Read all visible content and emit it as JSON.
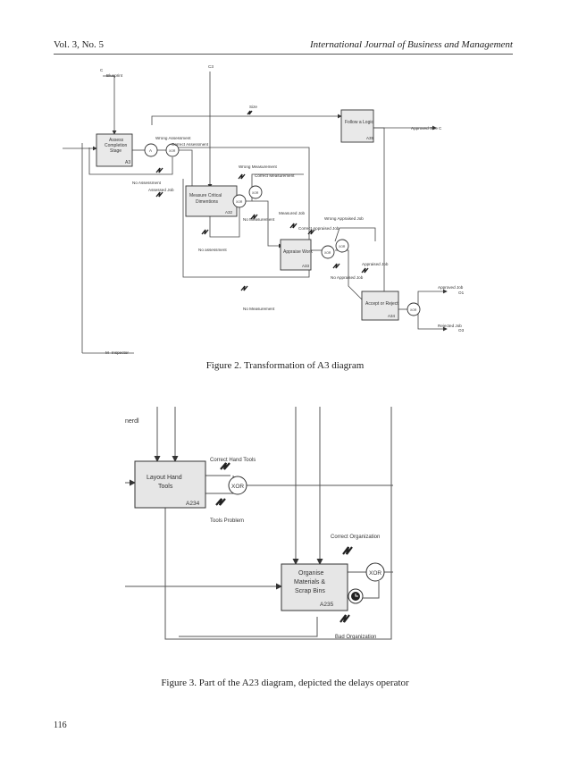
{
  "header": {
    "volume": "Vol. 3, No. 5",
    "journal": "International Journal of Business and Management"
  },
  "figure2": {
    "caption": "Figure 2. Transformation of A3 diagram",
    "labels": {
      "c_blueprint": "Blueprint",
      "c_blueprint_prefix": "C",
      "c3": "C3",
      "size": "Size",
      "follow_logic": "Follow a Logic",
      "a35": "A35",
      "approved_size": "Approved Size",
      "approved_size_suffix": "C",
      "assess": [
        "Assess",
        "Completion",
        "Stage"
      ],
      "a3": "A3",
      "wrong_assessment": "Wrong Assessment",
      "correct_assessment": "Correct Assessment",
      "no_assessment": "No Assessment",
      "assessed_job": "Assessed Job",
      "wrong_measurement": "Wrong Measurement",
      "correct_measurement": "Correct Measurement",
      "measure_critical": [
        "Measure Critical",
        "Dimentions"
      ],
      "a32": "A32",
      "no_measurement_small": "No Measurement",
      "measured_job": "Measured Job",
      "wrong_appraised": "Wrong Appraised Job",
      "correct_appraised": "Correct Appraised Job",
      "appraise_work": "Appraise Work",
      "a33": "A33",
      "no_assessment2": "No assessment",
      "appraised_job": "Appraised Job",
      "no_appraised_job": "No Appraised Job",
      "accept_reject": "Accept or Reject",
      "a34": "A34",
      "approved_job": "Approved Job",
      "o1": "O1",
      "rejected_job": "Rejected Job",
      "o3": "O3",
      "no_measurement": "No Measurement",
      "inspector": "Inspector",
      "inspector_prefix": "M",
      "a": "A",
      "xor": "XOR"
    }
  },
  "figure3": {
    "caption": "Figure 3. Part of the A23 diagram, depicted the delays operator",
    "labels": {
      "nerd": "nerdl",
      "layout_hand_tools": [
        "Layout Hand",
        "Tools"
      ],
      "a234": "A234",
      "correct_hand_tools": "Correct Hand Tools",
      "tools_problem": "Tools Problem",
      "xor": "XOR",
      "correct_organization": "Correct Organization",
      "organise": [
        "Organise",
        "Materials &",
        "Scrap Bins"
      ],
      "a235": "A235",
      "bad_organization": "Bad Organization"
    }
  },
  "page": {
    "number": "116"
  }
}
